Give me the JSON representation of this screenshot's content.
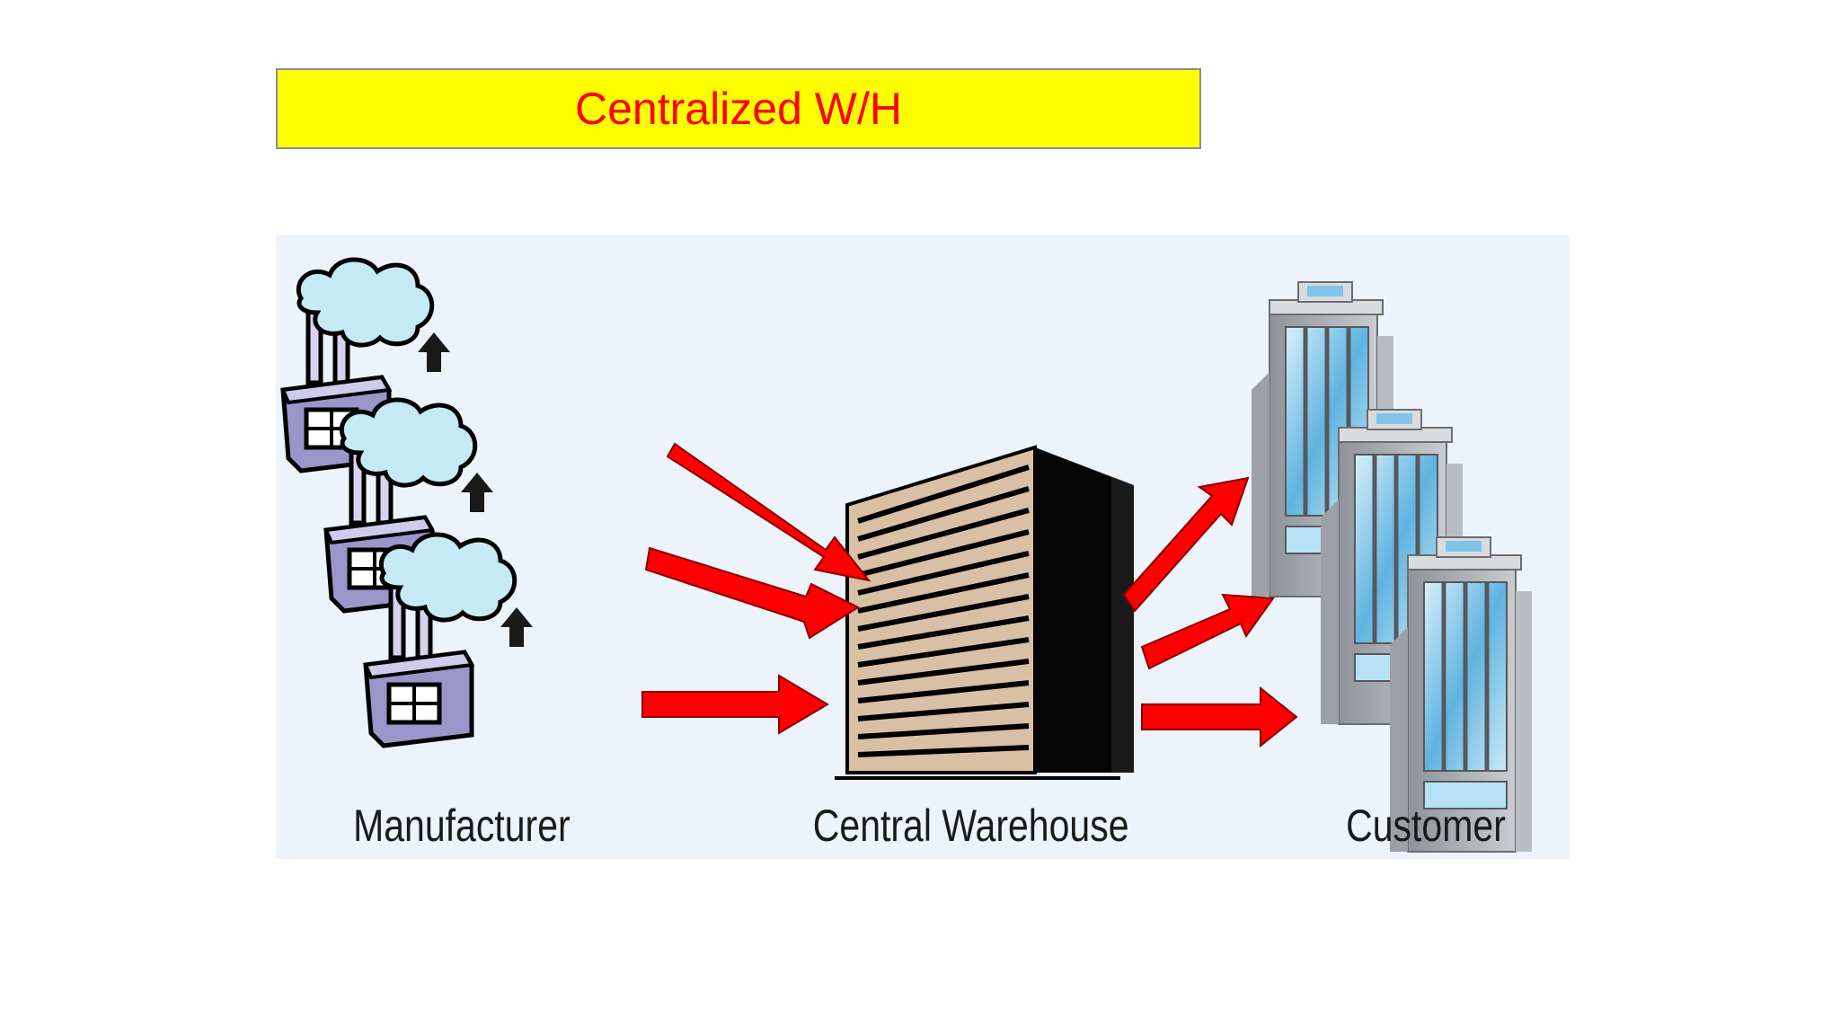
{
  "slide": {
    "title": "Centralized W/H"
  },
  "diagram": {
    "nodes": [
      {
        "id": "manufacturer",
        "label": "Manufacturer",
        "icon": "factory-icon"
      },
      {
        "id": "warehouse",
        "label": "Central Warehouse",
        "icon": "warehouse-building-icon"
      },
      {
        "id": "customer",
        "label": "Customer",
        "icon": "office-buildings-icon"
      }
    ],
    "flows": [
      {
        "from": "manufacturer",
        "to": "warehouse",
        "count": 3
      },
      {
        "from": "warehouse",
        "to": "customer",
        "count": 3
      }
    ],
    "colors": {
      "title_bg": "#ffff00",
      "title_text": "#ff0000",
      "arrow": "#ff0000",
      "panel_bg": "#edf3fb"
    }
  }
}
